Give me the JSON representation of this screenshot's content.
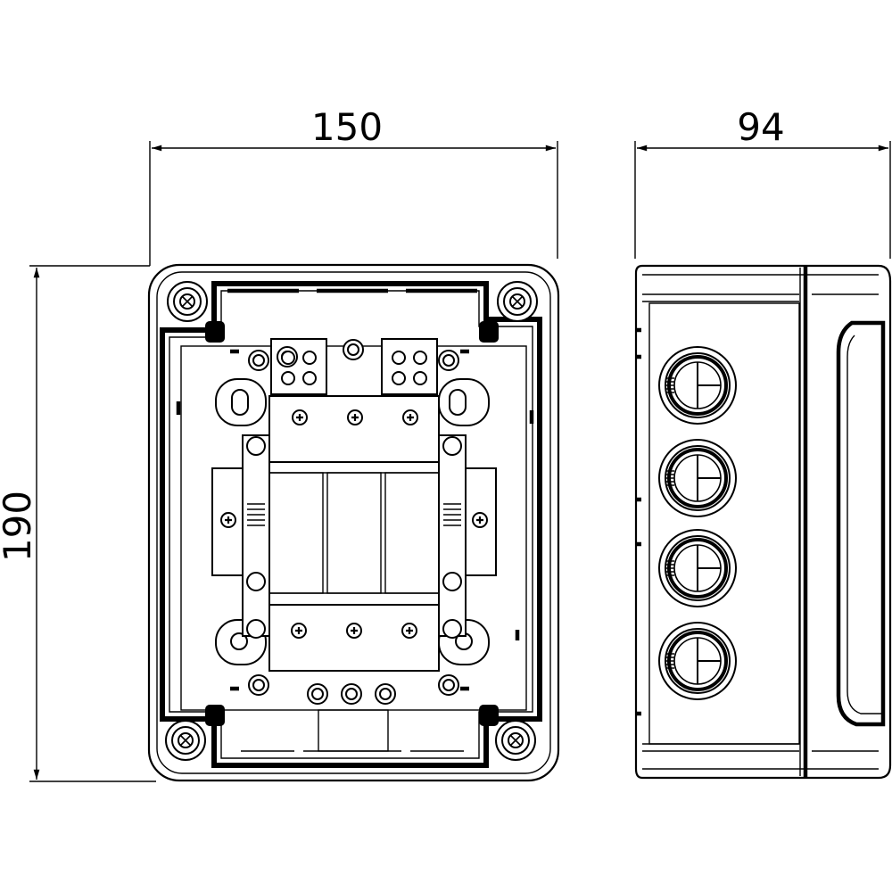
{
  "dimensions": {
    "width": "150",
    "depth": "94",
    "height": "190"
  }
}
